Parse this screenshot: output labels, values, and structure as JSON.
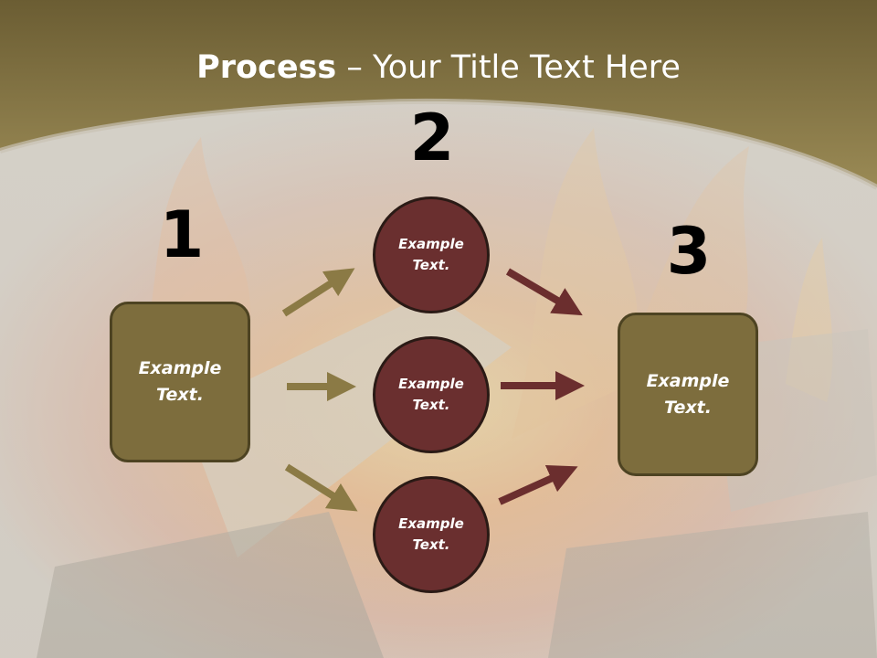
{
  "title": {
    "bold": "Process",
    "rest": " – Your Title Text Here"
  },
  "steps": [
    {
      "number": "1",
      "label": "Example\nText."
    },
    {
      "number": "2",
      "labels": [
        "Example\nText.",
        "Example\nText.",
        "Example\nText."
      ]
    },
    {
      "number": "3",
      "label": "Example\nText."
    }
  ],
  "colors": {
    "header": "#8a7a45",
    "box_fill": "#7d6d3d",
    "circle_fill": "#6a2f2f",
    "arrow_olive": "#8b7a45",
    "arrow_maroon": "#6b2e2e"
  }
}
